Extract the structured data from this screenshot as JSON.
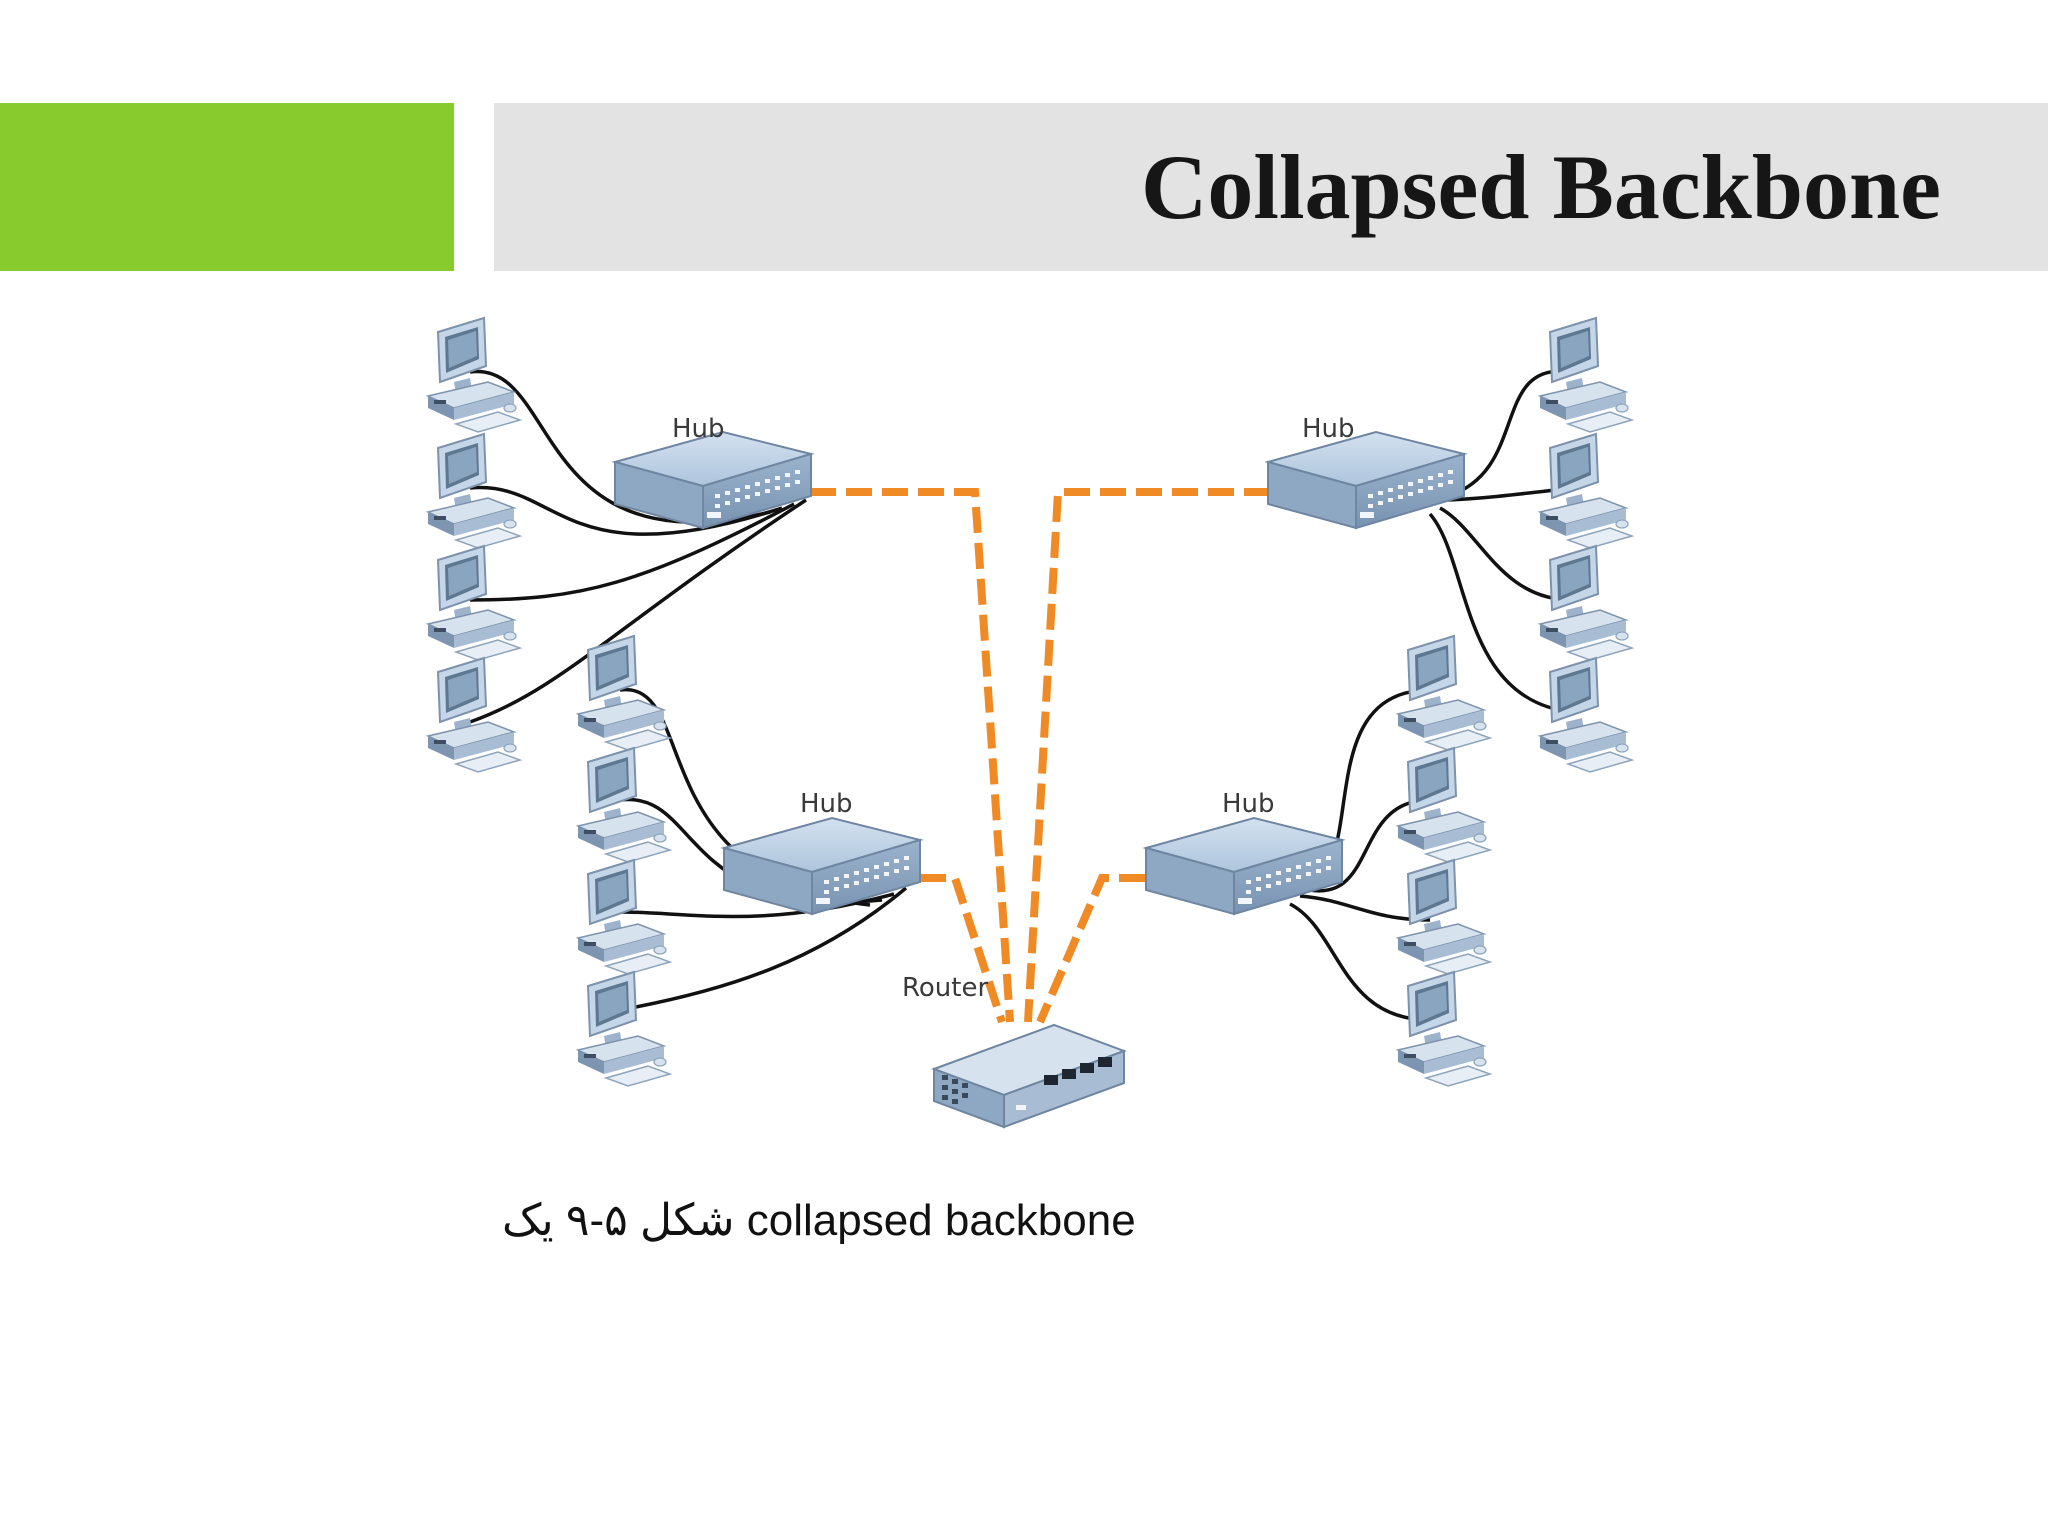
{
  "slide": {
    "title": "Collapsed Backbone",
    "caption": "شکل ۵-۹ یک collapsed backbone"
  },
  "diagram": {
    "labels": {
      "hub_top_left": "Hub",
      "hub_top_right": "Hub",
      "hub_bottom_left": "Hub",
      "hub_bottom_right": "Hub",
      "router": "Router"
    },
    "colors": {
      "backbone_link": "#f08a24",
      "lan_cable": "#111111",
      "device": "#a9c2dc",
      "accent": "#87cc2c",
      "title_bar": "#e3e3e3"
    }
  }
}
